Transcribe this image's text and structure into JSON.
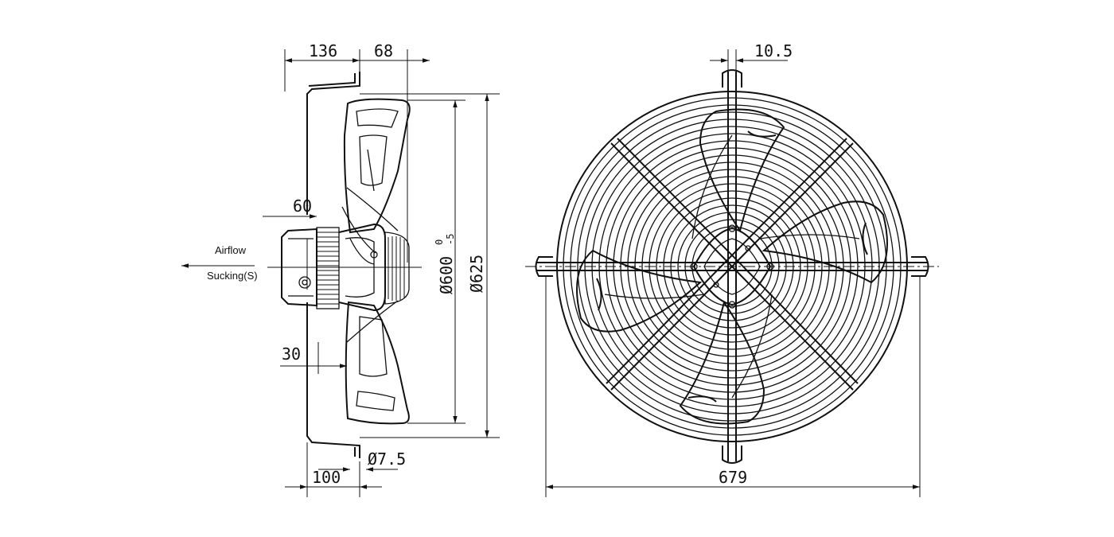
{
  "side_view": {
    "dim_136": "136",
    "dim_68": "68",
    "dim_60": "60",
    "dim_30": "30",
    "dim_100": "100",
    "dim_d7_5": "Ø7.5",
    "dim_d600": "Ø600",
    "dim_d600_tol_upper": "0",
    "dim_d600_tol_lower": "-5",
    "dim_d625": "Ø625",
    "airflow_label": "Airflow",
    "sucking_label": "Sucking(S)"
  },
  "front_view": {
    "dim_10_5": "10.5",
    "dim_679": "679"
  }
}
